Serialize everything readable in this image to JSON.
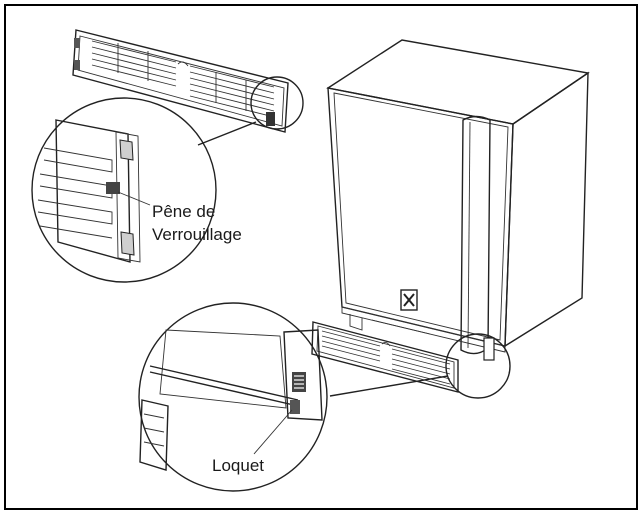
{
  "figure": {
    "background": "#ffffff",
    "line_color": "#222222",
    "border_color": "#000000"
  },
  "labels": {
    "latch_bolt_line1": "Pêne de",
    "latch_bolt_line2": "Verrouillage",
    "latch": "Loquet"
  }
}
